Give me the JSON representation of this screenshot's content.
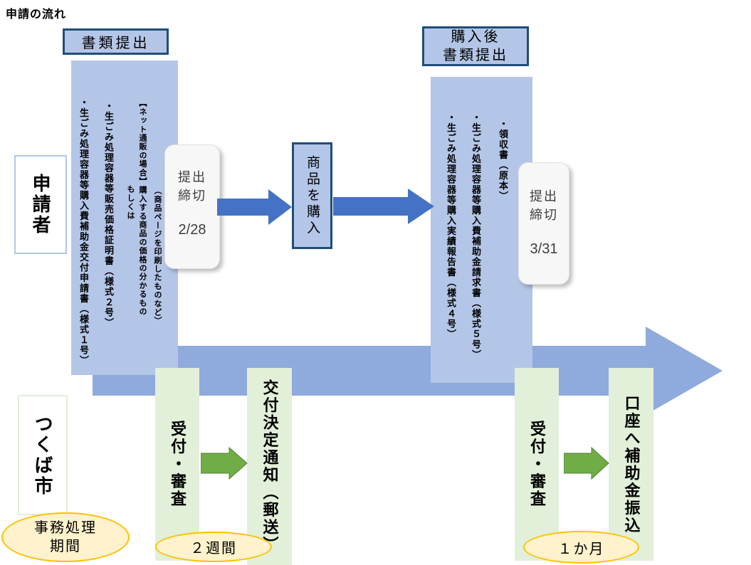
{
  "title": "申請の流れ",
  "colors": {
    "doc_fill": "#b4c6e7",
    "doc_border": "#1f4e79",
    "arrow_dark": "#4472c4",
    "timeline_arrow": "#8faadc",
    "green_fill": "#e2efd9",
    "green_arrow": "#70ad47",
    "green_arrow_stroke": "#538135",
    "badge_fill": "#fff2cc",
    "badge_border": "#ffc000",
    "applicant_border": "#b4c6e7",
    "city_border": "#e2efd9"
  },
  "lanes": {
    "applicant": "申請者",
    "city": "つくば市"
  },
  "stage1": {
    "header": "書類提出",
    "documents": [
      "（商品ページを印刷したものなど）",
      "【ネット通販の場合】購入する商品の価格の分かるもの",
      "もしくは",
      "・生ごみ処理容器等販売価格証明書（様式２号）",
      "・生ごみ処理容器等購入費補助金交付申請書（様式１号）"
    ],
    "deadline": {
      "label": "提出締切",
      "date": "2/28"
    }
  },
  "purchase": {
    "label": "商品を購入"
  },
  "stage2": {
    "header": "購入後\n書類提出",
    "documents": [
      "・領収書（原本）",
      "・生ごみ処理容器等購入費補助金請求書（様式５号）",
      "・生ごみ処理容器等購入実績報告書（様式４号）"
    ],
    "deadline": {
      "label": "提出締切",
      "date": "3/31"
    }
  },
  "city_flow": {
    "steps": [
      "受付・審査",
      "交付決定通知（郵送）",
      "受付・審査",
      "口座へ補助金振込"
    ],
    "processing_label": "事務処理期間",
    "durations": [
      "２週間",
      "１か月"
    ]
  }
}
